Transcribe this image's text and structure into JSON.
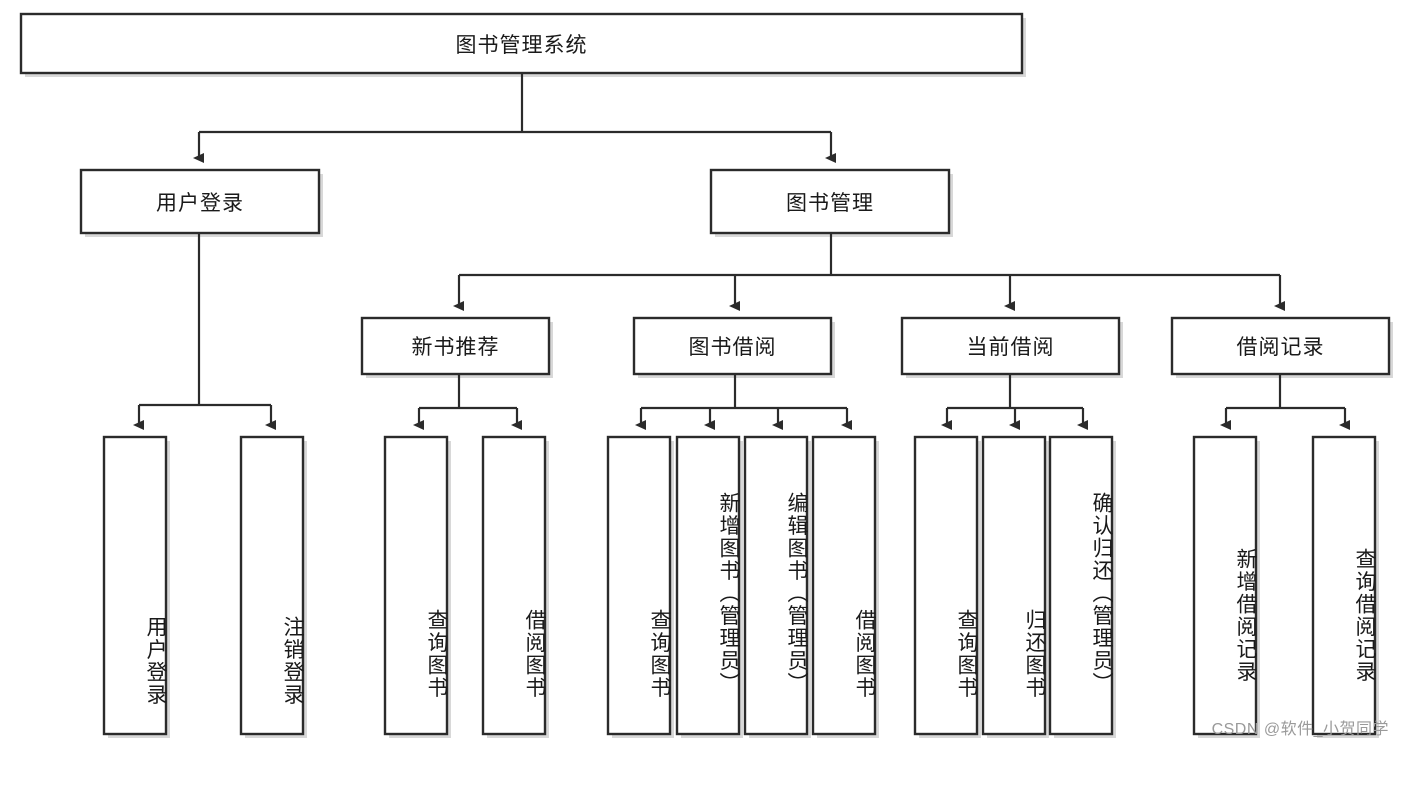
{
  "diagram": {
    "type": "tree",
    "title": "图书管理系统",
    "watermark": "CSDN @软件_小贺同学",
    "root": {
      "id": "root",
      "label": "图书管理系统",
      "orientation": "horizontal"
    },
    "level2": [
      {
        "id": "user-login",
        "label": "用户登录",
        "orientation": "horizontal"
      },
      {
        "id": "book-manage",
        "label": "图书管理",
        "orientation": "horizontal"
      }
    ],
    "level3": [
      {
        "id": "new-book-rec",
        "label": "新书推荐",
        "orientation": "horizontal",
        "parent": "book-manage"
      },
      {
        "id": "book-borrow",
        "label": "图书借阅",
        "orientation": "horizontal",
        "parent": "book-manage"
      },
      {
        "id": "current-borrow",
        "label": "当前借阅",
        "orientation": "horizontal",
        "parent": "book-manage"
      },
      {
        "id": "borrow-record",
        "label": "借阅记录",
        "orientation": "horizontal",
        "parent": "book-manage"
      }
    ],
    "leaves": [
      {
        "id": "leaf-user-login",
        "label": "用户登录",
        "orientation": "vertical",
        "parent": "user-login"
      },
      {
        "id": "leaf-logout",
        "label": "注销登录",
        "orientation": "vertical",
        "parent": "user-login"
      },
      {
        "id": "leaf-query-book-1",
        "label": "查询图书",
        "orientation": "vertical",
        "parent": "new-book-rec"
      },
      {
        "id": "leaf-borrow-book-1",
        "label": "借阅图书",
        "orientation": "vertical",
        "parent": "new-book-rec"
      },
      {
        "id": "leaf-query-book-2",
        "label": "查询图书",
        "orientation": "vertical",
        "parent": "book-borrow"
      },
      {
        "id": "leaf-add-book",
        "label": "新增图书（管理员）",
        "orientation": "vertical",
        "parent": "book-borrow"
      },
      {
        "id": "leaf-edit-book",
        "label": "编辑图书（管理员）",
        "orientation": "vertical",
        "parent": "book-borrow"
      },
      {
        "id": "leaf-borrow-book-2",
        "label": "借阅图书",
        "orientation": "vertical",
        "parent": "book-borrow"
      },
      {
        "id": "leaf-query-book-3",
        "label": "查询图书",
        "orientation": "vertical",
        "parent": "current-borrow"
      },
      {
        "id": "leaf-return-book",
        "label": "归还图书",
        "orientation": "vertical",
        "parent": "current-borrow"
      },
      {
        "id": "leaf-confirm-return",
        "label": "确认归还（管理员）",
        "orientation": "vertical",
        "parent": "current-borrow"
      },
      {
        "id": "leaf-add-record",
        "label": "新增借阅记录",
        "orientation": "vertical",
        "parent": "borrow-record"
      },
      {
        "id": "leaf-query-record",
        "label": "查询借阅记录",
        "orientation": "vertical",
        "parent": "borrow-record"
      }
    ],
    "colors": {
      "box_stroke": "#2b2b2b",
      "box_fill": "#ffffff",
      "connector": "#2b2b2b",
      "text": "#1a1a1a",
      "watermark": "#9a9a9a",
      "background": "#ffffff"
    }
  }
}
